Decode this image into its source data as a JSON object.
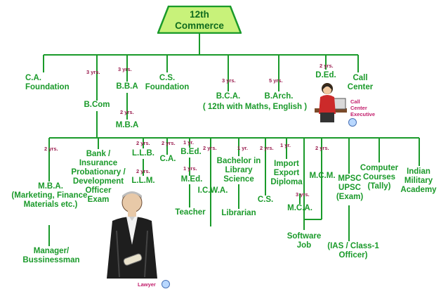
{
  "title": {
    "line1": "12th",
    "line2": "Commerce",
    "text": "12th\nCommerce"
  },
  "nodes": {
    "ca_foundation": "C.A.\nFoundation",
    "bcom": "B.Com",
    "bba": "B.B.A",
    "mba_top": "M.B.A",
    "cs_foundation": "C.S.\nFoundation",
    "bca": "B.C.A.",
    "barch": "B.Arch.",
    "bca_barch_note": "( 12th with Maths, English )",
    "ded": "D.Ed.",
    "call_center": "Call\nCenter",
    "mba": "M.B.A.\n(Marketing, Finance,\nMaterials etc.)",
    "manager": "Manager/\nBussinessman",
    "bank": "Bank /\nInsurance\nProbationary /\nDevelopment\nOfficer\nExam",
    "llb": "L.L.B.",
    "llm": "L.L.M.",
    "ca": "C.A.",
    "bed": "B.Ed.",
    "med": "M.Ed.",
    "teacher": "Teacher",
    "icwa": "I.C.W.A.",
    "blib": "Bachelor in\nLibrary\nScience",
    "librarian": "Librarian",
    "cs": "C.S.",
    "import_export": "Import\nExport\nDiploma",
    "mca": "M.C.A.",
    "software_job": "Software\nJob",
    "mcm": "M.C.M.",
    "mpsc": "MPSC\nUPSC\n(Exam)",
    "ias": "(IAS / Class-1\nOfficer)",
    "computer": "Computer\nCourses\n(Tally)",
    "military": "Indian\nMilitary\nAcademy"
  },
  "durations": {
    "bcom": "3 yrs.",
    "bba": "3 yrs.",
    "mba_top": "2 yrs.",
    "bca": "3 yrs.",
    "barch": "5 yrs.",
    "ded": "2 yrs.",
    "mba": "2 yrs.",
    "llb": "2 yrs.",
    "llm": "2 yrs.",
    "ca": "2 yrs.",
    "bed": "1 yr.",
    "med": "1 yrs.",
    "icwa": "2 yrs.",
    "blib": "1 yr.",
    "cs": "2 yrs.",
    "import_export": "1 yr.",
    "mca": "3 yrs.",
    "mcm": "2 yrs."
  },
  "captions": {
    "call_center_exec": "Call\nCenter\nExecutive",
    "lawyer": "Lawyer"
  },
  "colors": {
    "title_fill": "#c8f27a",
    "title_stroke": "#1a9a2a",
    "line": "#1a9a2a",
    "node_text": "#1a9a2a",
    "duration_text": "#9a1d4f",
    "caption_text": "#c21d6b"
  },
  "icons": [
    "call-center-executive-illustration",
    "lawyer-illustration"
  ]
}
